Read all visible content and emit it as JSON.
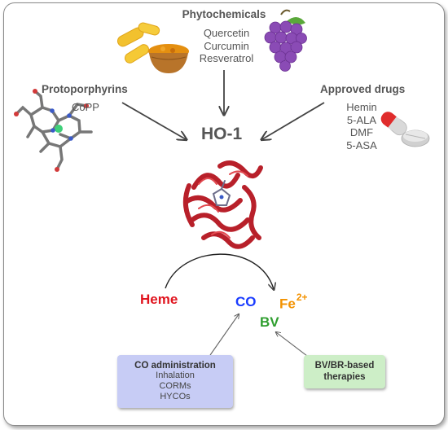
{
  "phytochemicals": {
    "heading": "Phytochemicals",
    "items": [
      "Quercetin",
      "Curcumin",
      "Resveratrol"
    ]
  },
  "protoporphyrins": {
    "heading": "Protoporphyrins",
    "items": [
      "CoPP"
    ]
  },
  "approved_drugs": {
    "heading": "Approved drugs",
    "items": [
      "Hemin",
      "5-ALA",
      "DMF",
      "5-ASA"
    ]
  },
  "enzyme": {
    "label": "HO-1"
  },
  "reaction": {
    "substrate": "Heme",
    "products": {
      "co": "CO",
      "fe": "Fe",
      "fe_charge": "2+",
      "bv": "BV"
    }
  },
  "co_administration": {
    "heading": "CO administration",
    "items": [
      "Inhalation",
      "CORMs",
      "HYCOs"
    ]
  },
  "bv_therapies": {
    "heading_line1": "BV/BR-based",
    "heading_line2": "therapies"
  },
  "colors": {
    "heme": "#e0141e",
    "co": "#1a3cff",
    "fe": "#f39200",
    "bv": "#2f9e2f",
    "co_box": "#c7ccf5",
    "bv_box": "#cdeec7",
    "protein": "#b8202a"
  }
}
